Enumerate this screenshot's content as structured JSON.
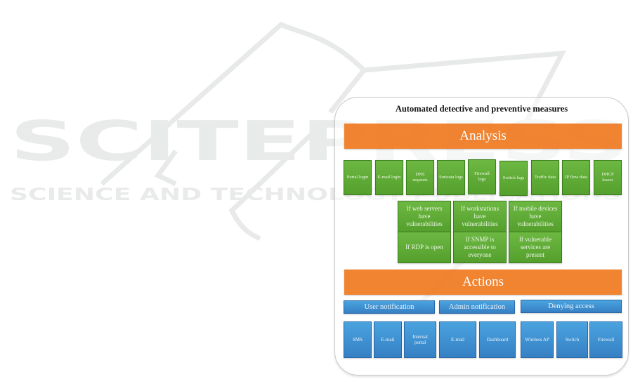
{
  "watermark": {
    "line1": "SCITEPRESS",
    "line2": "SCIENCE AND TECHNOLOGY PUBLICATIONS"
  },
  "diagram": {
    "title": "Automated detective and preventive measures",
    "analysis": {
      "label": "Analysis",
      "sources": [
        "Portal login",
        "E-mail login",
        "DNS requests",
        "Suricata logs",
        "Firewall logs",
        "Switch logs",
        "Traffic data",
        "IP flow data",
        "DHCP leases"
      ],
      "conditions": [
        [
          "If web servers have vulnerabilities",
          "If workstations have vulnerabilities",
          "If mobile devices have vulnerabilities"
        ],
        [
          "If RDP is open",
          "If SNMP is accessible to everyone",
          "If vulnerable services are present"
        ]
      ]
    },
    "actions": {
      "label": "Actions",
      "groups": [
        {
          "label": "User notification",
          "items": [
            "SMS",
            "E-mail",
            "Internal portal"
          ]
        },
        {
          "label": "Admin notification",
          "items": [
            "E-mail",
            "Dashboard"
          ]
        },
        {
          "label": "Denying access",
          "items": [
            "Wireless AP",
            "Switch",
            "Firewall"
          ]
        }
      ]
    },
    "colors": {
      "banner": "#f07f29",
      "analysis_box": "#5fab35",
      "action_box": "#3d8ccf"
    }
  }
}
